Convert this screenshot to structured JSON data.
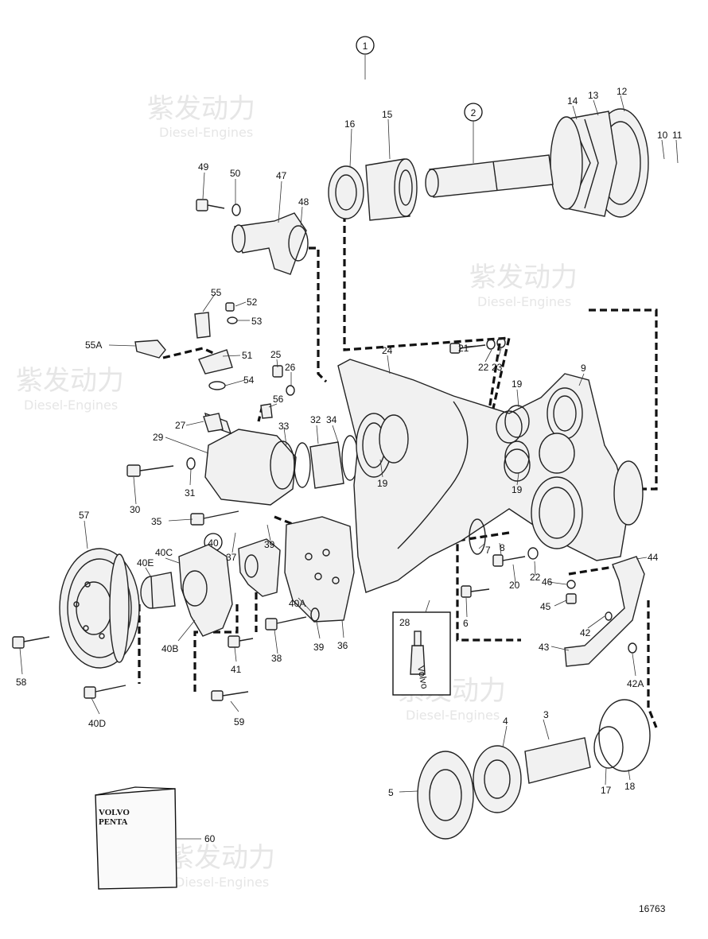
{
  "watermark": {
    "brand_cn": "紫发动力",
    "brand_en": "Diesel-Engines"
  },
  "circled_labels": [
    "1",
    "2",
    "40"
  ],
  "part_numbers": [
    "3",
    "4",
    "5",
    "6",
    "7",
    "8",
    "9",
    "10",
    "11",
    "12",
    "13",
    "14",
    "15",
    "16",
    "17",
    "18",
    "19",
    "19",
    "19",
    "20",
    "21",
    "22",
    "22",
    "23",
    "24",
    "25",
    "26",
    "27",
    "28",
    "29",
    "30",
    "31",
    "32",
    "33",
    "34",
    "35",
    "36",
    "37",
    "38",
    "39",
    "39",
    "40A",
    "40B",
    "40C",
    "40D",
    "40E",
    "41",
    "42",
    "42A",
    "43",
    "44",
    "45",
    "46",
    "47",
    "48",
    "49",
    "50",
    "51",
    "52",
    "53",
    "54",
    "55",
    "55A",
    "56",
    "57",
    "58",
    "59",
    "60"
  ],
  "tube_label": "Volvo",
  "box_brand": [
    "VOLVO",
    "PENTA"
  ],
  "figure_number": "16763"
}
